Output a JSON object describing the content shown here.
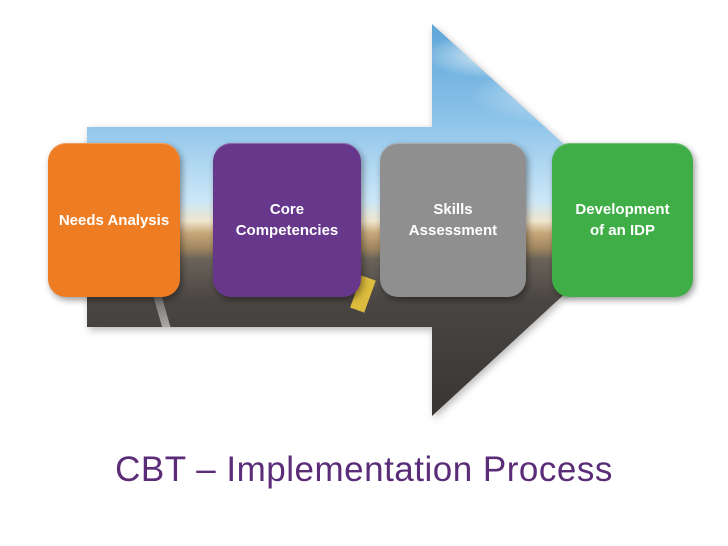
{
  "title": "CBT – Implementation Process",
  "steps": [
    {
      "label": "Needs Analysis",
      "color": "#ee7c23"
    },
    {
      "label": "Core\nCompetencies",
      "color": "#67378c"
    },
    {
      "label": "Skills\nAssessment",
      "color": "#8f8f8f"
    },
    {
      "label": "Development\nof an IDP",
      "color": "#3fae47"
    }
  ],
  "colors": {
    "title_text": "#5b2c78",
    "sky": "#8cc3e9",
    "desert": "#c9a87b",
    "road": "#3f3c3a",
    "lane_marking": "#e3c23f",
    "background": "#ffffff"
  }
}
